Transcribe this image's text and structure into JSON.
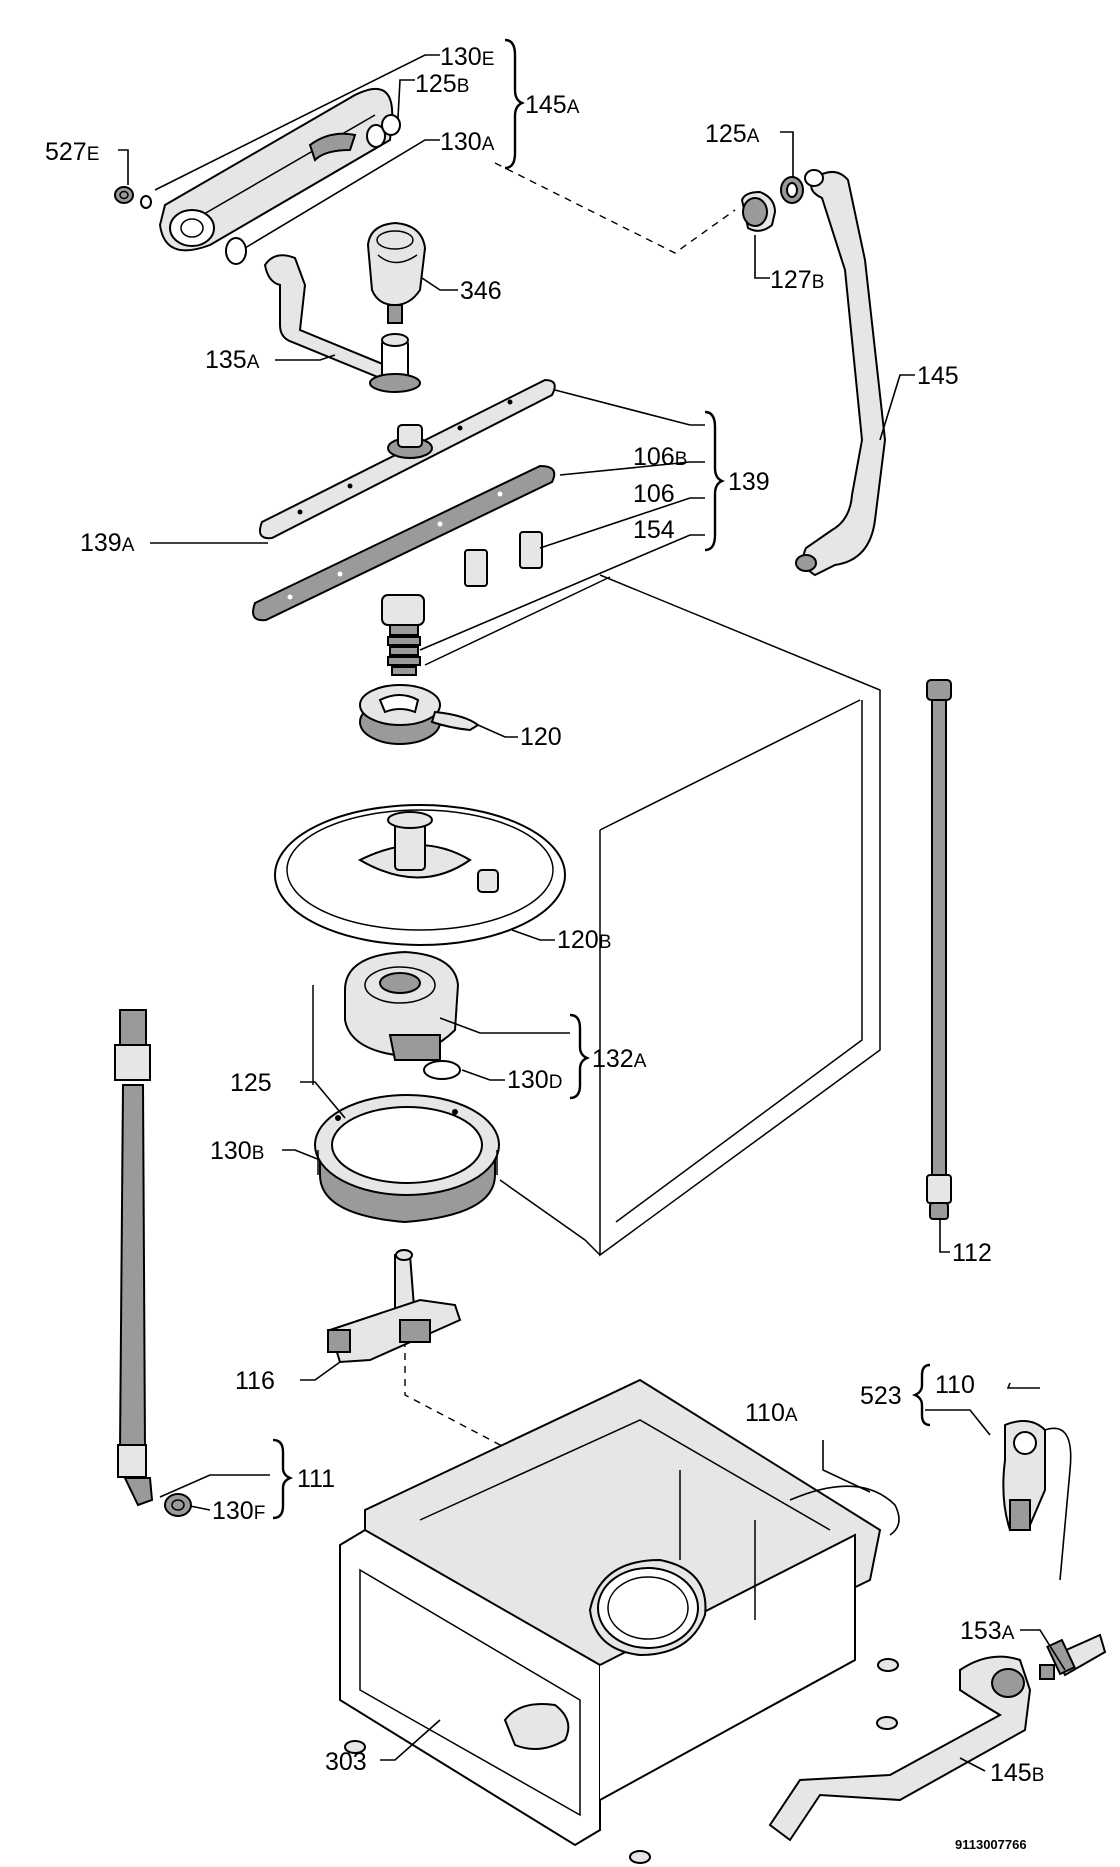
{
  "labels": {
    "l_130e": {
      "main": "130",
      "sub": "E"
    },
    "l_125b": {
      "main": "125",
      "sub": "B"
    },
    "l_145a": {
      "main": "145",
      "sub": "A"
    },
    "l_130a": {
      "main": "130",
      "sub": "A"
    },
    "l_527e": {
      "main": "527",
      "sub": "E"
    },
    "l_125a": {
      "main": "125",
      "sub": "A"
    },
    "l_127b": {
      "main": "127",
      "sub": "B"
    },
    "l_346": {
      "main": "346",
      "sub": ""
    },
    "l_135a": {
      "main": "135",
      "sub": "A"
    },
    "l_145": {
      "main": "145",
      "sub": ""
    },
    "l_106b": {
      "main": "106",
      "sub": "B"
    },
    "l_106": {
      "main": "106",
      "sub": ""
    },
    "l_154": {
      "main": "154",
      "sub": ""
    },
    "l_139": {
      "main": "139",
      "sub": ""
    },
    "l_139a": {
      "main": "139",
      "sub": "A"
    },
    "l_120": {
      "main": "120",
      "sub": ""
    },
    "l_120b": {
      "main": "120",
      "sub": "B"
    },
    "l_132a": {
      "main": "132",
      "sub": "A"
    },
    "l_130d": {
      "main": "130",
      "sub": "D"
    },
    "l_125": {
      "main": "125",
      "sub": ""
    },
    "l_130b": {
      "main": "130",
      "sub": "B"
    },
    "l_112": {
      "main": "112",
      "sub": ""
    },
    "l_116": {
      "main": "116",
      "sub": ""
    },
    "l_523": {
      "main": "523",
      "sub": ""
    },
    "l_110": {
      "main": "110",
      "sub": ""
    },
    "l_110a": {
      "main": "110",
      "sub": "A"
    },
    "l_111": {
      "main": "111",
      "sub": ""
    },
    "l_130f": {
      "main": "130",
      "sub": "F"
    },
    "l_153a": {
      "main": "153",
      "sub": "A"
    },
    "l_303": {
      "main": "303",
      "sub": ""
    },
    "l_145b": {
      "main": "145",
      "sub": "B"
    }
  },
  "document_number": "9113007766"
}
